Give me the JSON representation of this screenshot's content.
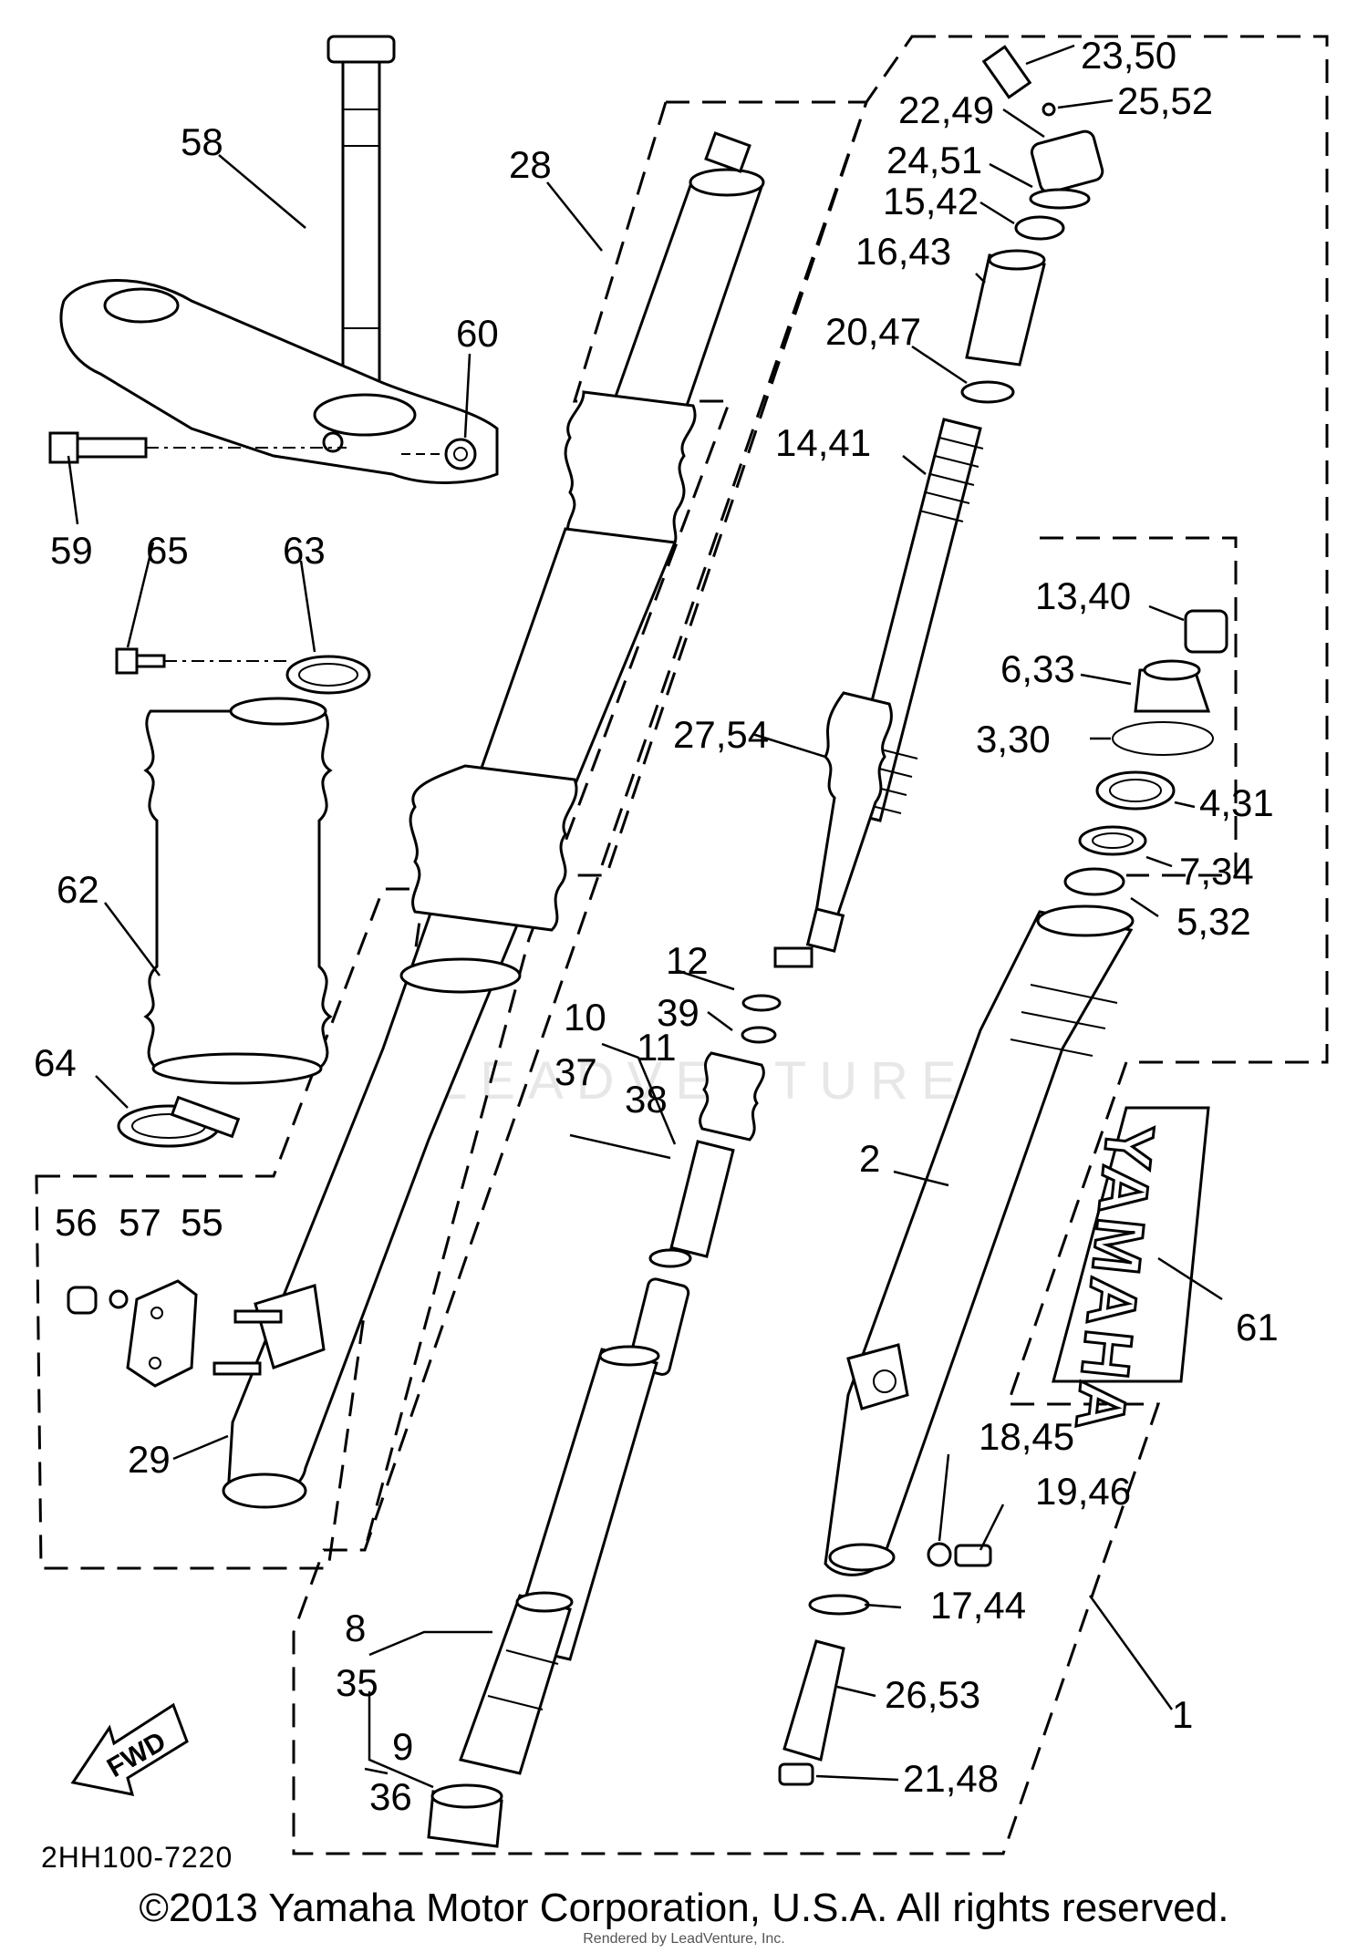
{
  "diagram": {
    "diagram_code": "2HH100-7220",
    "fwd_label": "FWD",
    "brand_text": "YAMAHA",
    "watermark": "LEADVENTURE",
    "callouts": {
      "c1": "1",
      "c2": "2",
      "c3_30": "3,30",
      "c4_31": "4,31",
      "c5_32": "5,32",
      "c6_33": "6,33",
      "c7_34": "7,34",
      "c8": "8",
      "c35": "35",
      "c9": "9",
      "c36": "36",
      "c10": "10",
      "c37": "37",
      "c11": "11",
      "c38": "38",
      "c12": "12",
      "c39": "39",
      "c13_40": "13,40",
      "c14_41": "14,41",
      "c15_42": "15,42",
      "c16_43": "16,43",
      "c17_44": "17,44",
      "c18_45": "18,45",
      "c19_46": "19,46",
      "c20_47": "20,47",
      "c21_48": "21,48",
      "c22_49": "22,49",
      "c23_50": "23,50",
      "c24_51": "24,51",
      "c25_52": "25,52",
      "c26_53": "26,53",
      "c27_54": "27,54",
      "c28": "28",
      "c29": "29",
      "c55": "55",
      "c56": "56",
      "c57": "57",
      "c58": "58",
      "c59": "59",
      "c60": "60",
      "c61": "61",
      "c62": "62",
      "c63": "63",
      "c64": "64",
      "c65": "65"
    }
  },
  "footer": {
    "copyright": "©2013 Yamaha Motor Corporation, U.S.A. All rights reserved.",
    "rendered_by": "Rendered by LeadVenture, Inc."
  }
}
